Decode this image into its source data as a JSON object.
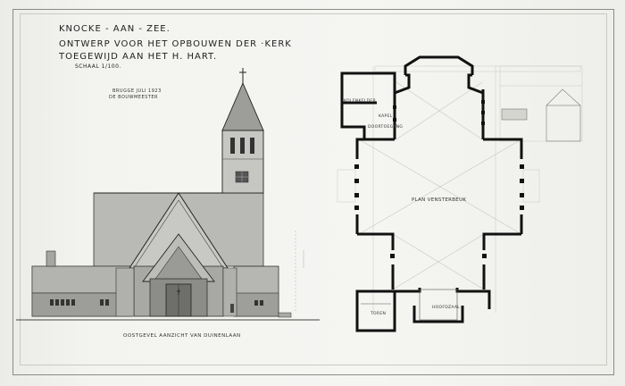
{
  "title": {
    "line1": "KNOCKE - AAN - ZEE.",
    "line2": "ONTWERP VOOR HET OPBOUWEN DER ·KERK",
    "line3": "TOEGEWIJD AAN HET H. HART.",
    "scale": "SCHAAL 1/100."
  },
  "date_note": {
    "line1": "BRUGGE JULI 1923",
    "line2": "DE BOUWMEESTER"
  },
  "elevation_caption": "OOSTGEVEL AANZICHT VAN DUINENLAAN",
  "plan_labels": {
    "nave": "PLAN VENSTERBEUK",
    "tower": "TOREN",
    "sacristy": "KOLENKELDER",
    "chapel": "KAPEL",
    "stair": "DOORTOEGANG",
    "porch": "HOOFDZAAL"
  },
  "colors": {
    "paper": "#f3f3f0",
    "ink": "#2a2a2a",
    "wall": "#111111",
    "roof": "#bdbdb9"
  }
}
